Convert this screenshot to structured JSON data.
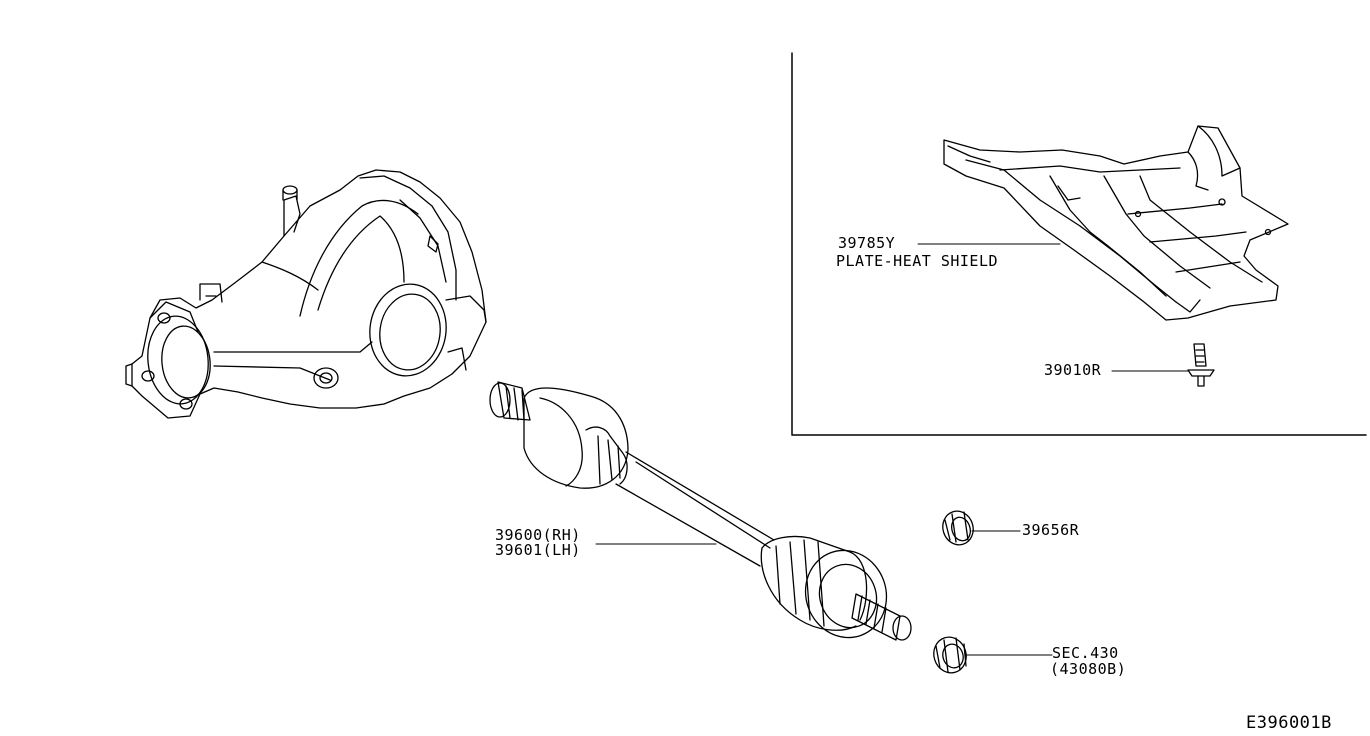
{
  "callouts": {
    "heat_shield_part": "39785Y",
    "heat_shield_name": "PLATE-HEAT SHIELD",
    "clip_part": "39010R",
    "ring_part": "39656R",
    "shaft_rh": "39600(RH)",
    "shaft_lh": "39601(LH)",
    "nut_sec": "SEC.430",
    "nut_ref": "(43080B)"
  },
  "figure_code": "E396001B"
}
